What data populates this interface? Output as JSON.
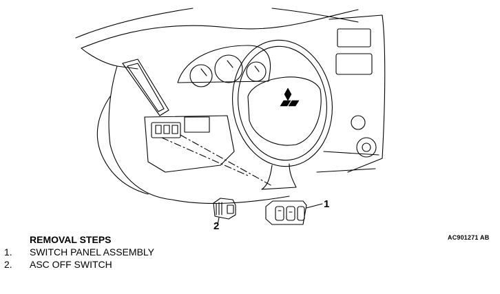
{
  "figure": {
    "reference_code": "AC901271 AB",
    "callouts": [
      "1",
      "2"
    ]
  },
  "procedure": {
    "title": "REMOVAL STEPS",
    "steps": [
      {
        "num": "1.",
        "text": "SWITCH PANEL ASSEMBLY"
      },
      {
        "num": "2.",
        "text": "ASC OFF SWITCH"
      }
    ]
  }
}
